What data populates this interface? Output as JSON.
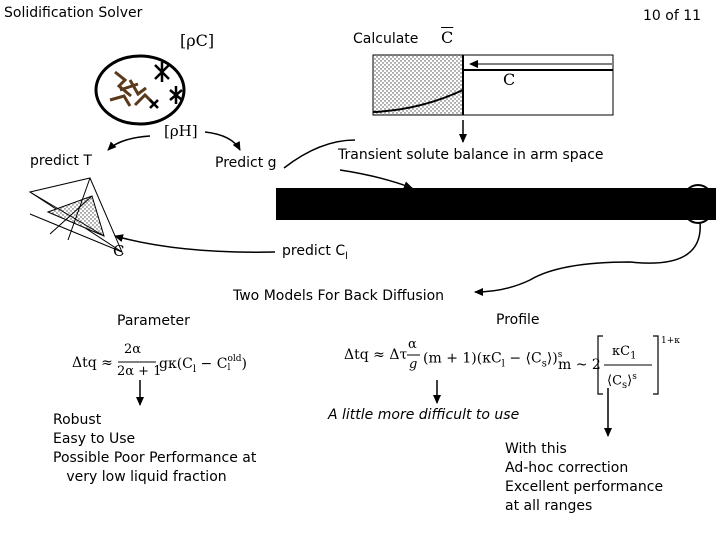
{
  "header": {
    "app_title": "Solidification Solver",
    "page_indicator": "10 of 11"
  },
  "top": {
    "rho_c_label": "[ρC]",
    "rho_h_label": "[ρH]",
    "calculate_label": "Calculate",
    "c_bar_label": "C",
    "c_label": "C",
    "predict_t_label": "predict T",
    "predict_g_label": "Predict g",
    "transient_label": "Transient solute balance in arm space",
    "predict_cl_label": "predict C",
    "predict_cl_sub": "l",
    "triangle_c_label": "C"
  },
  "models": {
    "title": "Two Models For Back Diffusion",
    "parameter": {
      "label": "Parameter",
      "formula_lhs": "Δtq ≈",
      "formula_num": "2α",
      "formula_den": "2α + 1",
      "formula_rhs": "gκ(C",
      "formula_rhs_sub": "l",
      "formula_mid": " − C",
      "formula_old_sup": "old",
      "formula_old_sub": "l",
      "formula_end": ")",
      "notes": "Robust\nEasy to Use\nPossible Poor Performance at\n   very low liquid fraction"
    },
    "profile": {
      "label": "Profile",
      "formula_lhs": "Δtq ≈ Δτ",
      "formula_num": "α",
      "formula_den": "g",
      "formula_rest": "(m + 1)(κC",
      "formula_rest_sub": "l",
      "formula_rest2": " − ⟨C",
      "formula_rest2_sub": "s",
      "formula_rest2_sup": "s",
      "formula_rest3": "⟩)",
      "m_lhs": "m ~ 2",
      "m_num": "κC",
      "m_num_sub": "1",
      "m_den": "⟨C",
      "m_den_sub": "s",
      "m_den_sup": "s",
      "m_exp": "1+κ",
      "difficulty": "A little more difficult to use",
      "notes": "With this\nAd-hoc correction\nExcellent performance\nat all ranges"
    }
  }
}
